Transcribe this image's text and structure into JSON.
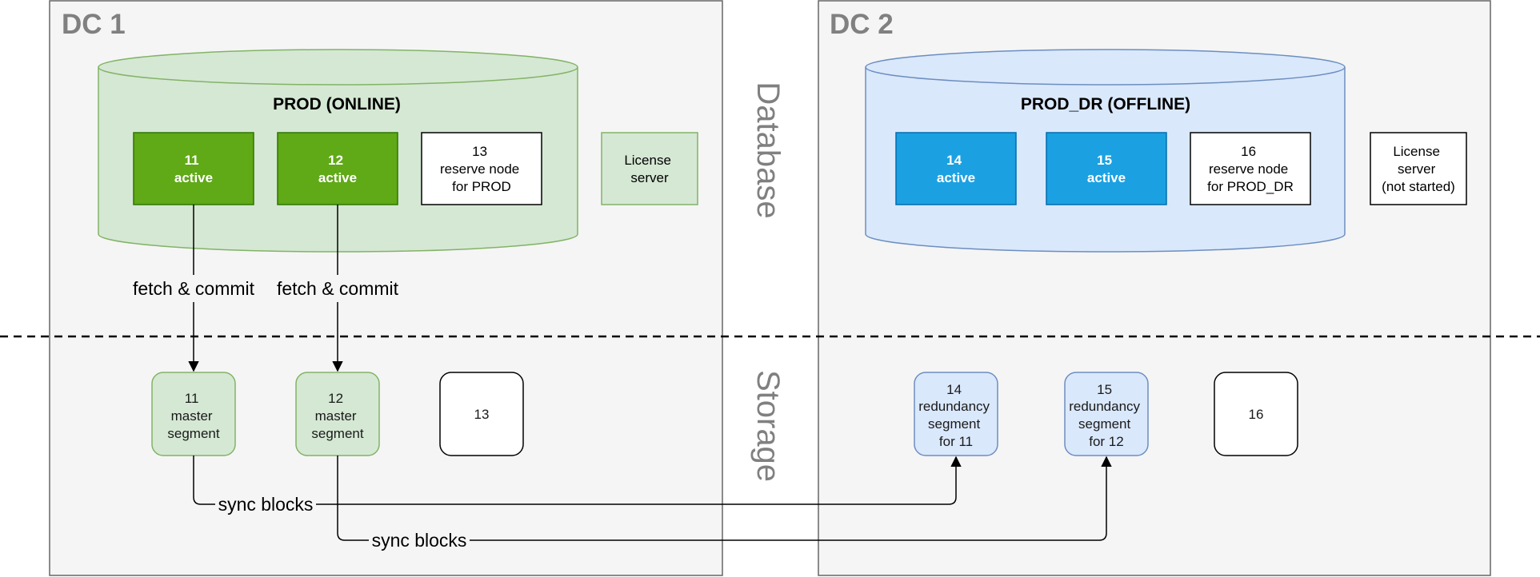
{
  "colors": {
    "dc_fill": "#f5f5f5",
    "dc_stroke": "#666666",
    "green_fill": "#d5e8d4",
    "green_stroke": "#82b366",
    "green_dark": "#60a917",
    "green_dark_stroke": "#2d7600",
    "blue_fill": "#dae8fc",
    "blue_stroke": "#6c8ebf",
    "blue_dark": "#1ba1e2",
    "blue_dark_stroke": "#006eaf",
    "label_gray": "#808080"
  },
  "dc1": {
    "title": "DC 1",
    "cylinder_title": "PROD (ONLINE)",
    "nodes": [
      {
        "lines": [
          "11",
          "active"
        ]
      },
      {
        "lines": [
          "12",
          "active"
        ]
      },
      {
        "lines": [
          "13",
          "reserve node",
          "for PROD"
        ]
      }
    ],
    "license": {
      "lines": [
        "License",
        "server"
      ]
    },
    "segments": [
      {
        "lines": [
          "11",
          "master",
          "segment"
        ]
      },
      {
        "lines": [
          "12",
          "master",
          "segment"
        ]
      },
      {
        "lines": [
          "13"
        ]
      }
    ],
    "edge_labels": [
      "fetch & commit",
      "fetch & commit"
    ]
  },
  "dc2": {
    "title": "DC 2",
    "cylinder_title": "PROD_DR (OFFLINE)",
    "nodes": [
      {
        "lines": [
          "14",
          "active"
        ]
      },
      {
        "lines": [
          "15",
          "active"
        ]
      },
      {
        "lines": [
          "16",
          "reserve node",
          "for PROD_DR"
        ]
      }
    ],
    "license": {
      "lines": [
        "License",
        "server",
        "(not started)"
      ]
    },
    "segments": [
      {
        "lines": [
          "14",
          "redundancy",
          "segment",
          "for 11"
        ]
      },
      {
        "lines": [
          "15",
          "redundancy",
          "segment",
          "for 12"
        ]
      },
      {
        "lines": [
          "16"
        ]
      }
    ]
  },
  "layers": {
    "top": "Database",
    "bottom": "Storage"
  },
  "sync_labels": [
    "sync blocks",
    "sync blocks"
  ]
}
